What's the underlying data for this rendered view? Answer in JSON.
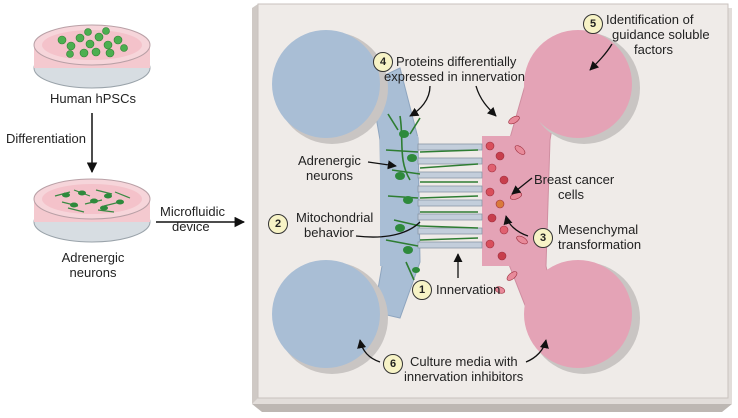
{
  "left_panel": {
    "dish_top_label": "Human hPSCs",
    "step_label": "Differentiation",
    "dish_bottom_label_line1": "Adrenergic",
    "dish_bottom_label_line2": "neurons",
    "transfer_label_line1": "Microfluidic",
    "transfer_label_line2": "device"
  },
  "device": {
    "neurons_label_line1": "Adrenergic",
    "neurons_label_line2": "neurons",
    "cancer_label_line1": "Breast cancer",
    "cancer_label_line2": "cells",
    "annotations": [
      {
        "number": "1",
        "line1": "Innervation",
        "line2": ""
      },
      {
        "number": "2",
        "line1": "Mitochondrial",
        "line2": "behavior"
      },
      {
        "number": "3",
        "line1": "Mesenchymal",
        "line2": "transformation"
      },
      {
        "number": "4",
        "line1": "Proteins differentially",
        "line2": "expressed in innervation"
      },
      {
        "number": "5",
        "line1": "Identification of",
        "line2": "guidance soluble",
        "line3": "factors"
      },
      {
        "number": "6",
        "line1": "Culture media with",
        "line2": "innervation inhibitors"
      }
    ]
  },
  "colors": {
    "neuron_chamber": "#a9bed5",
    "cancer_chamber": "#e4a3b6",
    "neuron_green": "#2e8a3c",
    "dish_pink": "#f4c9cf",
    "device_bg": "#efebe8",
    "badge_fill": "#f7f3c6"
  }
}
